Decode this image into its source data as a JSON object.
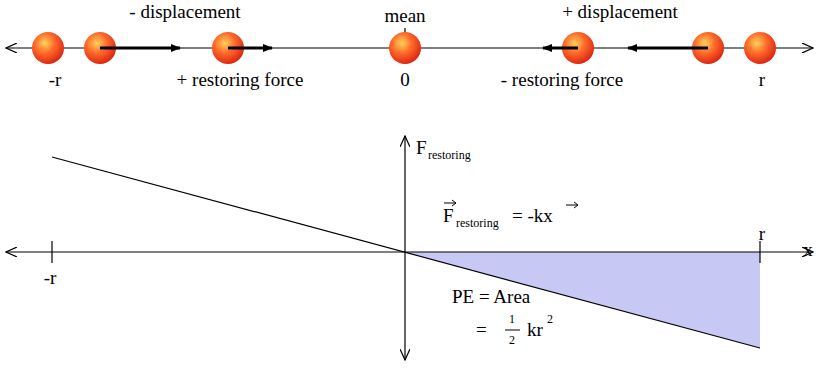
{
  "diagram": {
    "labels": [
      "- displacement",
      "mean",
      "+ displacement",
      "-r",
      "+ restoring force",
      "0",
      "- restoring force",
      "r",
      "F",
      "restoring",
      "F",
      "restoring",
      "= -kx",
      "r",
      "x",
      "-r",
      "PE = Area",
      "=",
      "1",
      "2",
      "kr",
      "2"
    ]
  }
}
